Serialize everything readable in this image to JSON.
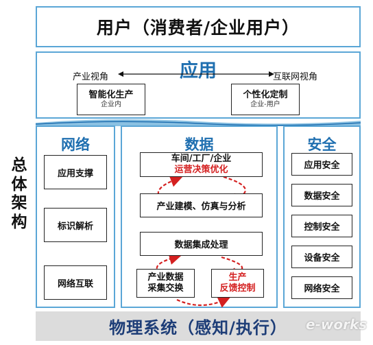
{
  "user": {
    "title": "用户（消费者/企业用户）"
  },
  "application": {
    "title": "应用",
    "industry_view": "产业视角",
    "internet_view": "互联网视角",
    "smart_production": {
      "label": "智能化生产",
      "sub": "企业内"
    },
    "custom_made": {
      "label": "个性化定制",
      "sub": "企业-用户"
    }
  },
  "side_label": [
    "总",
    "体",
    "架",
    "构"
  ],
  "network": {
    "title": "网络",
    "items": [
      "应用支撑",
      "标识解析",
      "网络互联"
    ]
  },
  "data": {
    "title": "数据",
    "enterprise": {
      "label": "车间/工厂/企业",
      "red": "运营决策优化"
    },
    "modeling": "产业建模、仿真与分析",
    "integration": "数据集成处理",
    "collection": {
      "line1": "产业数据",
      "line2": "采集交换"
    },
    "feedback": {
      "line1": "生产",
      "line2": "反馈控制"
    }
  },
  "security": {
    "title": "安全",
    "items": [
      "应用安全",
      "数据安全",
      "控制安全",
      "设备安全",
      "网络安全"
    ]
  },
  "physical": {
    "title": "物理系统（感知/执行）"
  },
  "watermark": "e-works",
  "colors": {
    "accent_blue": "#1f6fb0",
    "red": "#d42020",
    "frame_blue": "#5aa6d6",
    "physical_gray": "#dcdcdc"
  }
}
